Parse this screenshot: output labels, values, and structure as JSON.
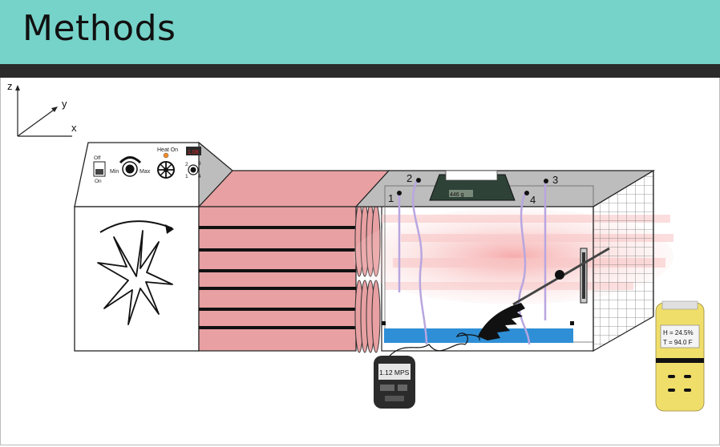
{
  "header": {
    "title": "Methods"
  },
  "axes": {
    "z": "z",
    "y": "y",
    "x": "x"
  },
  "control_panel": {
    "switch_off": "Off",
    "switch_on": "On",
    "knob_min": "Min",
    "knob_max": "Max",
    "heat_on": "Heat On",
    "display_value": "1.08",
    "selector_1": "1",
    "selector_2": "2",
    "selector_3": "3",
    "selector_4": "4"
  },
  "chamber": {
    "scale_reading": "446 g",
    "sensor_1": "1",
    "sensor_2": "2",
    "sensor_3": "3",
    "sensor_4": "4"
  },
  "anemometer": {
    "reading": "1.12 MPS"
  },
  "hygrometer": {
    "humidity": "H = 24.5%",
    "temperature": "T = 94.0 F"
  },
  "colors": {
    "header": "#76d3c9",
    "band": "#2b2b2b",
    "duct": "#e8a0a2",
    "water": "#2e8fd6",
    "heat_glow": "#f7b6b6",
    "sensor_wire": "#b8a6e0",
    "meter": "#f0de6a"
  }
}
